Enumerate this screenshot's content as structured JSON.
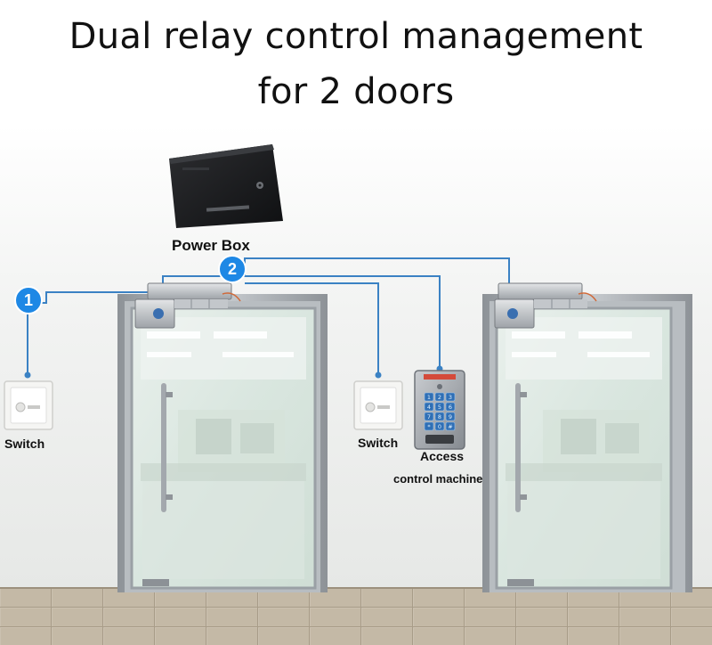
{
  "title": {
    "line1": "Dual relay control management",
    "line2": "for 2 doors"
  },
  "labels": {
    "power_box": "Power Box",
    "switch_left": "Switch",
    "switch_middle": "Switch",
    "access_line1": "Access",
    "access_line2": "control machine"
  },
  "badges": {
    "one": "1",
    "two": "2"
  },
  "keypad": {
    "keys": [
      "1",
      "2",
      "3",
      "4",
      "5",
      "6",
      "7",
      "8",
      "9",
      "*",
      "0",
      "#"
    ]
  },
  "colors": {
    "wire": "#3b82c4",
    "badge": "#1e88e5",
    "door_frame": "#a8adb2",
    "glass": "#dfe9e3",
    "wall": "#eef0ef",
    "floor": "#c9bfae"
  },
  "icons": {
    "power_box": "black-enclosure-box",
    "magnetic_lock": "electric-lock-bolt",
    "exit_button": "exit-push-button",
    "keypad": "access-keypad"
  }
}
